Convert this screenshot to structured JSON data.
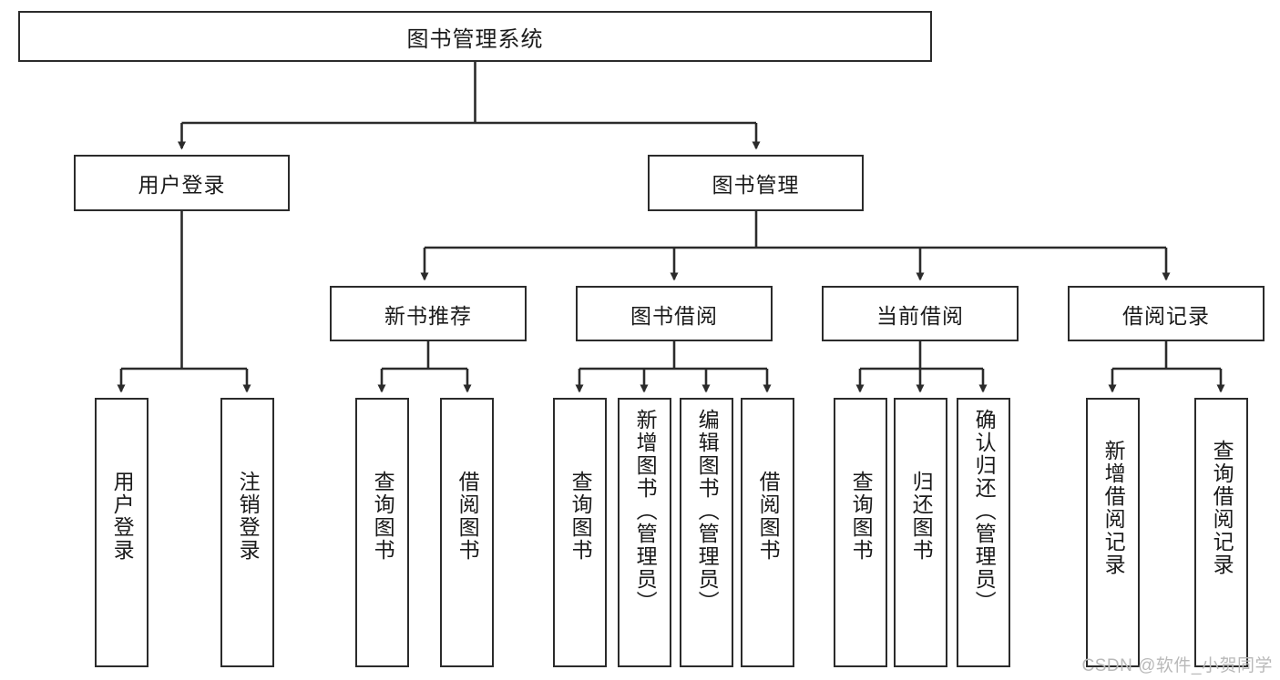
{
  "diagram": {
    "title": "图书管理系统",
    "type": "hierarchy-tree",
    "watermark": "CSDN @软件_小贺同学",
    "line_color": "#2b2b2b",
    "box_fill": "#ffffff",
    "text_color": "#1a1a1a",
    "watermark_color": "#b9b9b9"
  },
  "nodes": {
    "root": {
      "label": "图书管理系统"
    },
    "level2": [
      {
        "id": "user-login",
        "label": "用户登录"
      },
      {
        "id": "book-manage",
        "label": "图书管理"
      }
    ],
    "level3": [
      {
        "id": "new-book-recommend",
        "label": "新书推荐"
      },
      {
        "id": "book-borrow",
        "label": "图书借阅"
      },
      {
        "id": "current-borrow",
        "label": "当前借阅"
      },
      {
        "id": "borrow-record",
        "label": "借阅记录"
      }
    ],
    "leaves": {
      "user_login": [
        {
          "id": "leaf-user-login",
          "label": "用户登录"
        },
        {
          "id": "leaf-logout-login",
          "label": "注销登录"
        }
      ],
      "new_book_recommend": [
        {
          "id": "leaf-query-book-1",
          "label": "查询图书"
        },
        {
          "id": "leaf-borrow-book-1",
          "label": "借阅图书"
        }
      ],
      "book_borrow": [
        {
          "id": "leaf-query-book-2",
          "label": "查询图书"
        },
        {
          "id": "leaf-add-book",
          "label": "新增图书（管理员）"
        },
        {
          "id": "leaf-edit-book",
          "label": "编辑图书（管理员）"
        },
        {
          "id": "leaf-borrow-book-2",
          "label": "借阅图书"
        }
      ],
      "current_borrow": [
        {
          "id": "leaf-query-book-3",
          "label": "查询图书"
        },
        {
          "id": "leaf-return-book",
          "label": "归还图书"
        },
        {
          "id": "leaf-confirm-return",
          "label": "确认归还（管理员）"
        }
      ],
      "borrow_record": [
        {
          "id": "leaf-add-record",
          "label": "新增借阅记录"
        },
        {
          "id": "leaf-query-record",
          "label": "查询借阅记录"
        }
      ]
    }
  }
}
